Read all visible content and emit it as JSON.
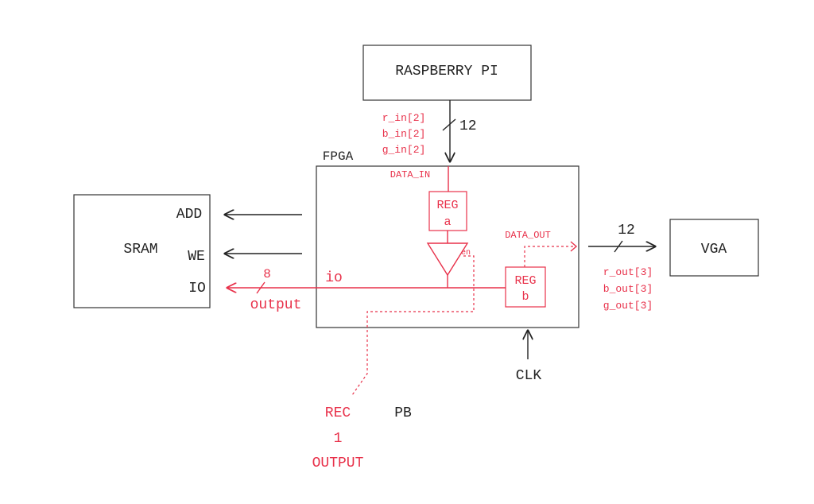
{
  "blocks": {
    "raspberry_pi": "RASPBERRY PI",
    "fpga": "FPGA",
    "sram": "SRAM",
    "vga": "VGA",
    "reg_a_line1": "REG",
    "reg_a_line2": "a",
    "reg_b_line1": "REG",
    "reg_b_line2": "b"
  },
  "sram_ports": {
    "add": "ADD",
    "we": "WE",
    "io": "IO"
  },
  "inputs": {
    "r_in": "r_in[2]",
    "b_in": "b_in[2]",
    "g_in": "g_in[2]",
    "bus_width": "12"
  },
  "outputs": {
    "r_out": "r_out[3]",
    "b_out": "b_out[3]",
    "g_out": "g_out[3]",
    "bus_width": "12"
  },
  "signals": {
    "data_in": "DATA_IN",
    "data_out": "DATA_OUT",
    "en": "en",
    "io": "io",
    "io_width": "8",
    "output": "output",
    "clk": "CLK",
    "pb": "PB",
    "rec_line1": "REC",
    "rec_line2": "1",
    "rec_line3": "OUTPUT"
  },
  "colors": {
    "signal_red": "#e8314a",
    "line_black": "#222222"
  }
}
